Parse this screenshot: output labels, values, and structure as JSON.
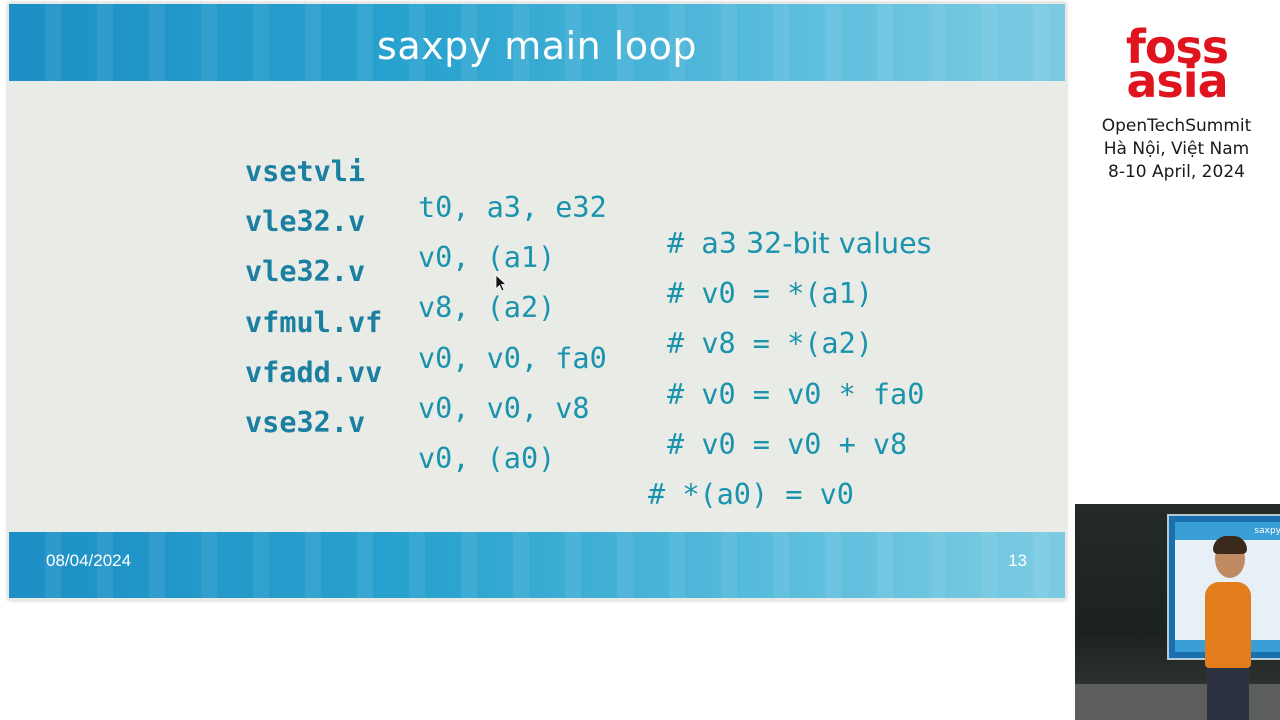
{
  "slide": {
    "title": "saxpy main loop",
    "code_lines": [
      {
        "mnemonic": "vsetvli",
        "operands": "t0, a3, e32",
        "comment": "#",
        "comment_text": "a3 32-bit values"
      },
      {
        "mnemonic": "vle32.v",
        "operands": "v0, (a1)",
        "comment": "# v0 = *(a1)",
        "comment_text": ""
      },
      {
        "mnemonic": "vle32.v",
        "operands": "v8, (a2)",
        "comment": "# v8 = *(a2)",
        "comment_text": ""
      },
      {
        "mnemonic": "vfmul.vf",
        "operands": "v0, v0, fa0",
        "comment": "# v0 = v0 * fa0",
        "comment_text": ""
      },
      {
        "mnemonic": "vfadd.vv",
        "operands": "v0, v0, v8",
        "comment": "# v0 = v0 + v8",
        "comment_text": ""
      },
      {
        "mnemonic": "vse32.v",
        "operands": "v0, (a0)",
        "comment": "# *(a0) = v0",
        "comment_text": ""
      }
    ],
    "footer_date": "08/04/2024",
    "page_number": "13"
  },
  "sidebar": {
    "logo_line1": "foss",
    "logo_line2": "asia",
    "event_line1": "OpenTechSummit",
    "event_line2": "Hà Nội, Việt Nam",
    "event_line3": "8-10 April, 2024"
  },
  "camera": {
    "screen_title": "saxpy"
  },
  "colors": {
    "header_blue": "#2aa3cf",
    "code_teal": "#1a93ad",
    "logo_red": "#e0141e"
  }
}
